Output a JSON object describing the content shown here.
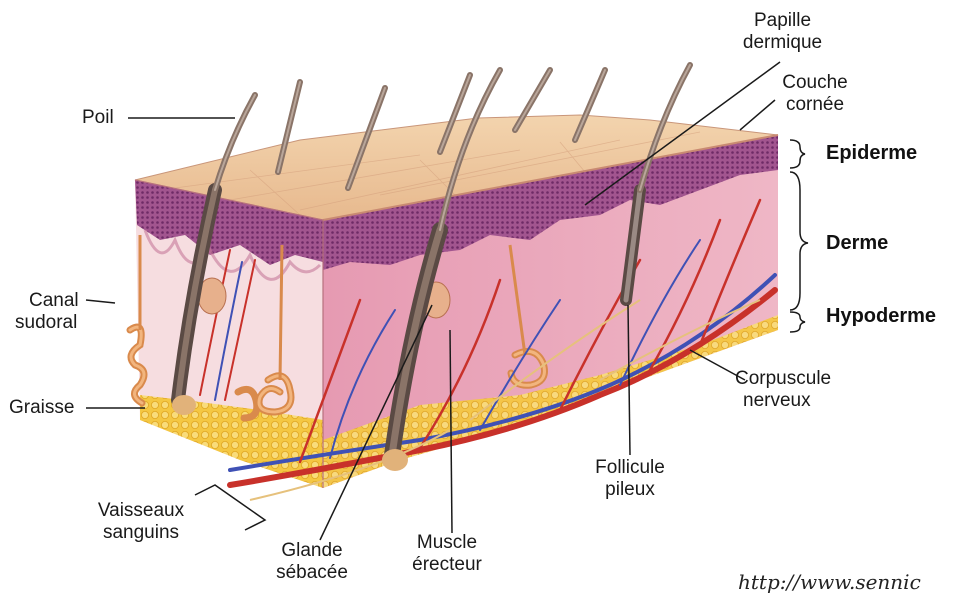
{
  "diagram": {
    "labels": {
      "poil": "Poil",
      "papille_line1": "Papille",
      "papille_line2": "dermique",
      "couche_line1": "Couche",
      "couche_line2": "cornée",
      "canal_line1": "Canal",
      "canal_line2": "sudoral",
      "graisse": "Graisse",
      "vaisseaux_line1": "Vaisseaux",
      "vaisseaux_line2": "sanguins",
      "glande_line1": "Glande",
      "glande_line2": "sébacée",
      "muscle_line1": "Muscle",
      "muscle_line2": "érecteur",
      "follicule_line1": "Follicule",
      "follicule_line2": "pileux",
      "corpuscule_line1": "Corpuscule",
      "corpuscule_line2": "nerveux"
    },
    "layers": {
      "epiderme": "Epiderme",
      "derme": "Derme",
      "hypoderme": "Hypoderme"
    },
    "source": "http://www.sennic"
  },
  "colors": {
    "surface": "#edc49a",
    "epidermis": "#9c4f8e",
    "dermis": "#e9a7ba",
    "fat": "#f2c23c",
    "artery": "#c8312a",
    "vein": "#3f51b5",
    "hair": "#8a7468",
    "leader": "#1a1a1a"
  }
}
